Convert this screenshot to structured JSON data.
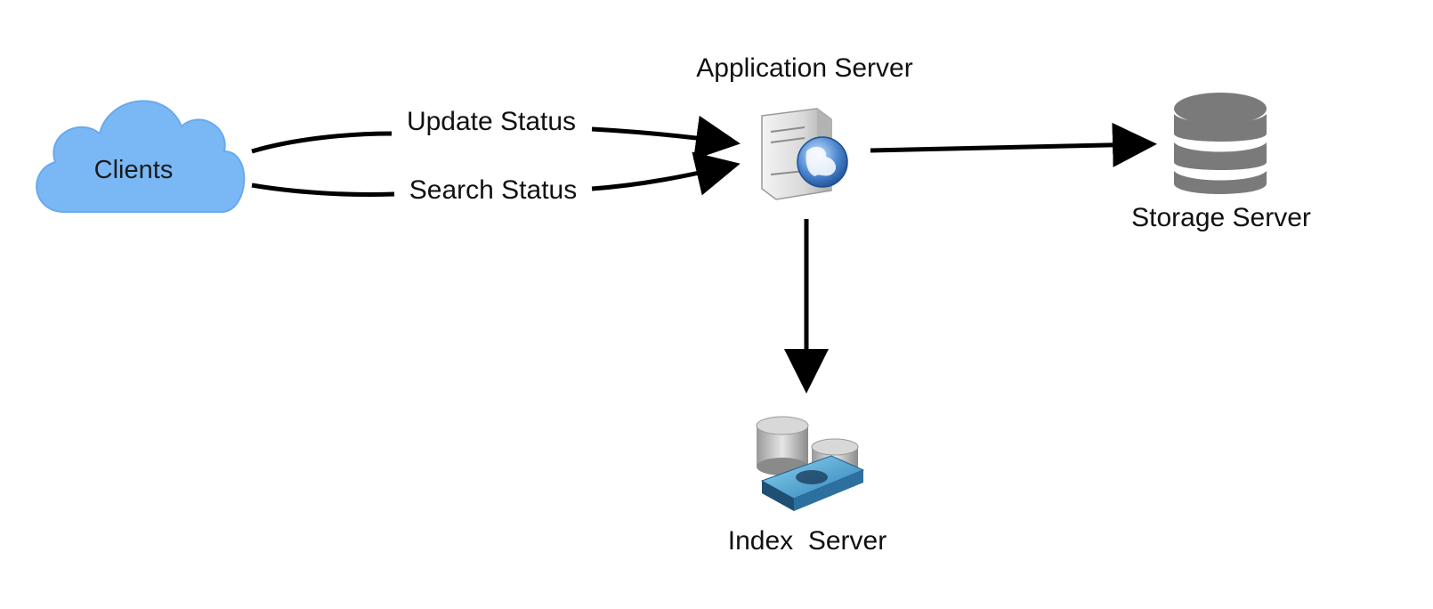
{
  "nodes": {
    "clients": {
      "label": "Clients",
      "icon": "cloud-icon",
      "color": "#7ab8f5"
    },
    "app_server": {
      "label": "Application Server",
      "icon": "web-server-globe-icon"
    },
    "storage_server": {
      "label": "Storage Server",
      "icon": "database-icon",
      "color": "#7a7a7a"
    },
    "index_server": {
      "label": "Index  Server",
      "icon": "disk-storage-icon"
    }
  },
  "edges": {
    "update_status": {
      "label": "Update Status",
      "from": "Clients",
      "to": "Application Server"
    },
    "search_status": {
      "label": "Search Status",
      "from": "Clients",
      "to": "Application Server"
    },
    "app_to_storage": {
      "from": "Application Server",
      "to": "Storage Server"
    },
    "app_to_index": {
      "from": "Application Server",
      "to": "Index  Server"
    }
  }
}
